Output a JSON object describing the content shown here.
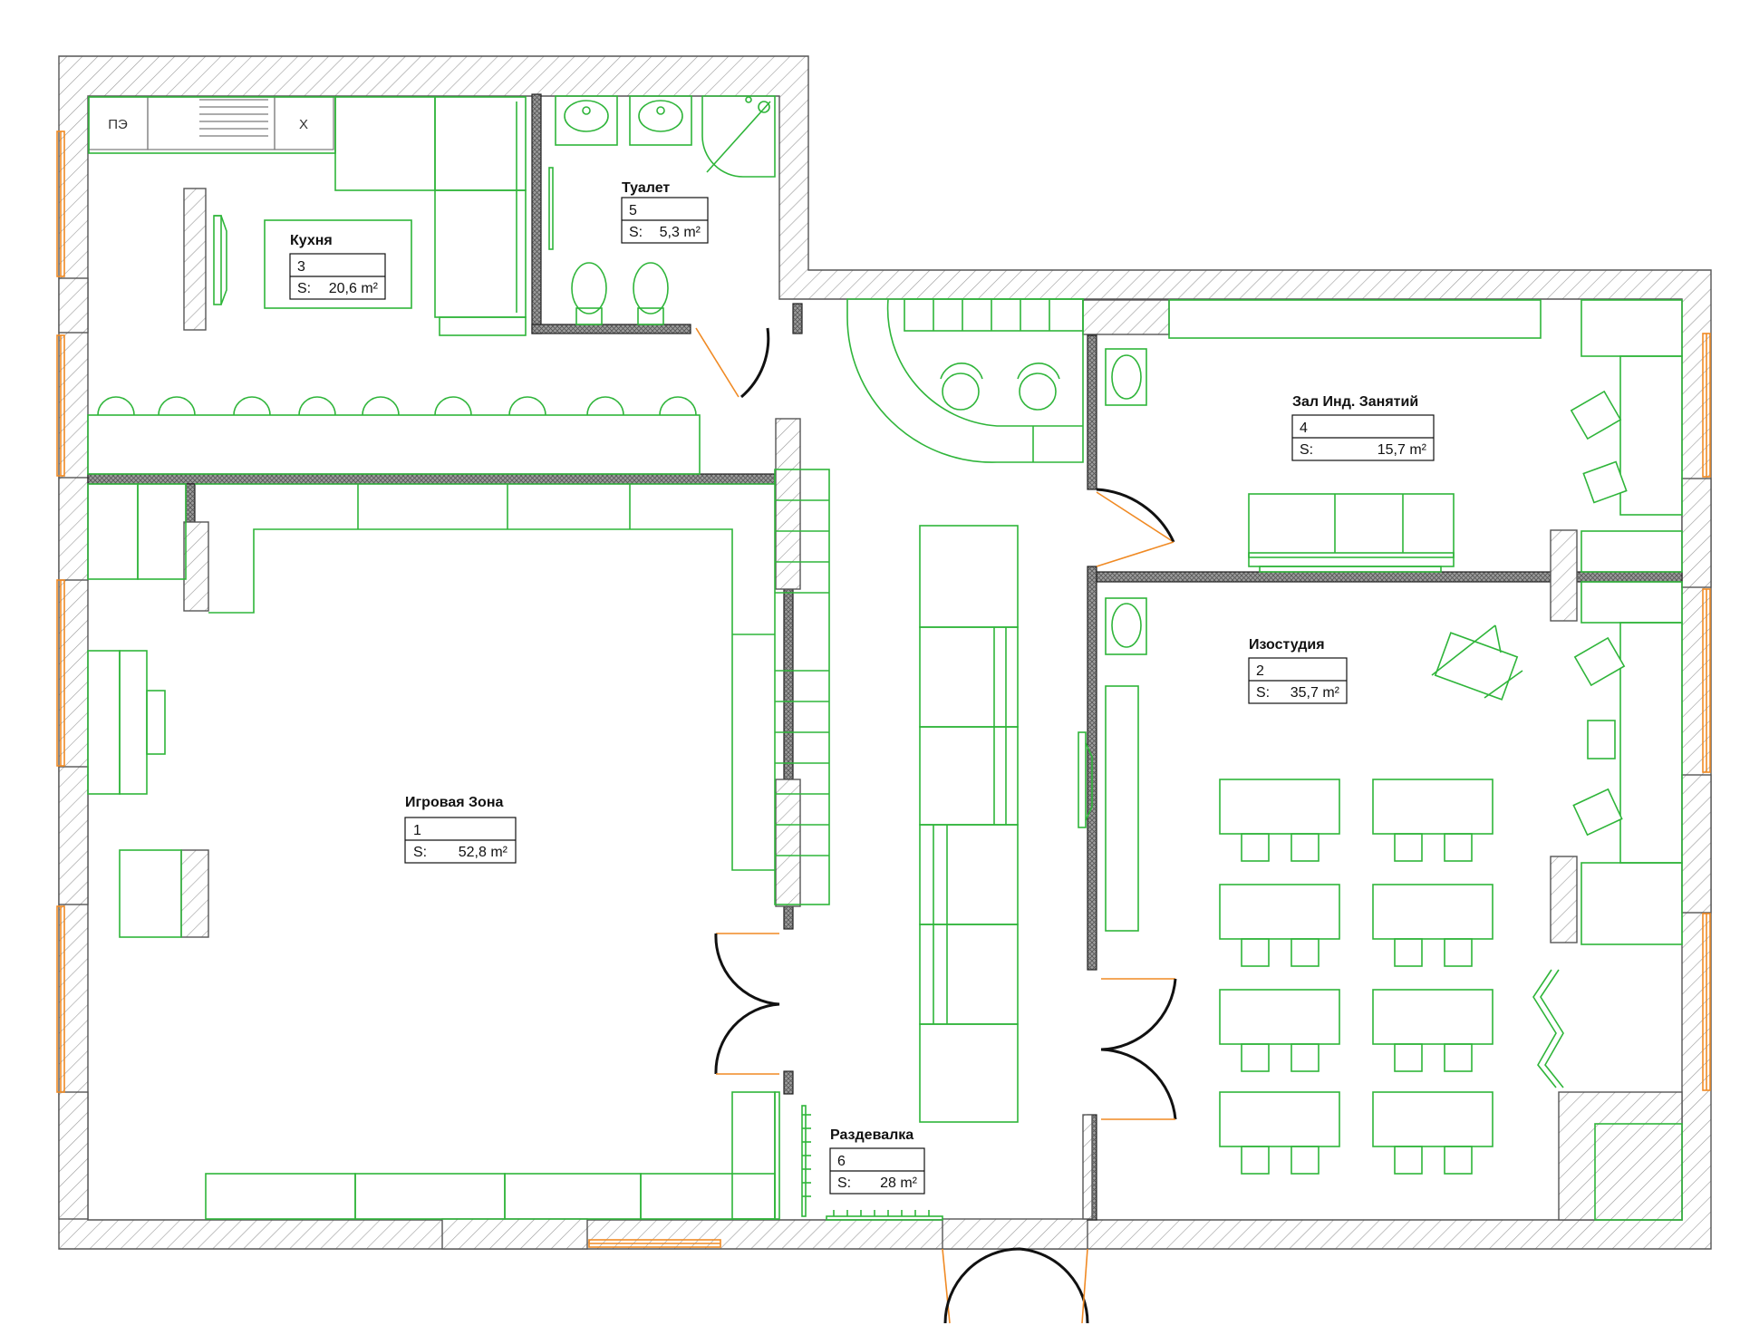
{
  "rooms": [
    {
      "name": "Игровая Зона",
      "number": "1",
      "area_label": "S:",
      "area": "52,8 m²"
    },
    {
      "name": "Изостудия",
      "number": "2",
      "area_label": "S:",
      "area": "35,7 m²"
    },
    {
      "name": "Кухня",
      "number": "3",
      "area_label": "S:",
      "area": "20,6 m²"
    },
    {
      "name": "Зал Инд. Занятий",
      "number": "4",
      "area_label": "S:",
      "area": "15,7 m²"
    },
    {
      "name": "Туалет",
      "number": "5",
      "area_label": "S:",
      "area": "5,3 m²"
    },
    {
      "name": "Раздевалка",
      "number": "6",
      "area_label": "S:",
      "area": "28 m²"
    }
  ],
  "appliances": {
    "stove": "ПЭ",
    "fridge": "Х"
  },
  "colors": {
    "furniture": "#2fb53a",
    "window": "#f08a24",
    "wall": "#555555",
    "door": "#111111"
  }
}
